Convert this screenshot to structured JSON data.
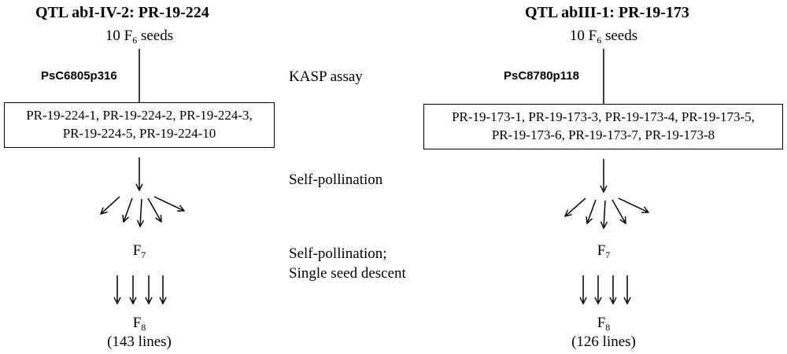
{
  "left": {
    "title": "QTL abI-IV-2: PR-19-224",
    "seeds_prefix": "10 F",
    "seeds_sub": "6",
    "seeds_suffix": " seeds",
    "marker": "PsC6805p316",
    "selected": [
      "PR-19-224-1, PR-19-224-2, PR-19-224-3,",
      "PR-19-224-5, PR-19-224-10"
    ],
    "f7_main": "F",
    "f7_sub": "7",
    "f8_main": "F",
    "f8_sub": "8",
    "lines": "(143 lines)"
  },
  "right": {
    "title": "QTL abIII-1: PR-19-173",
    "seeds_prefix": "10 F",
    "seeds_sub": "6",
    "seeds_suffix": " seeds",
    "marker": "PsC8780p118",
    "selected": [
      "PR-19-173-1, PR-19-173-3, PR-19-173-4, PR-19-173-5,",
      "PR-19-173-6, PR-19-173-7, PR-19-173-8"
    ],
    "f7_main": "F",
    "f7_sub": "7",
    "f8_main": "F",
    "f8_sub": "8",
    "lines": "(126 lines)"
  },
  "steps": {
    "kasp": "KASP assay",
    "self_pollination": "Self-pollination",
    "ssd_1": "Self-pollination;",
    "ssd_2": "Single seed descent"
  }
}
